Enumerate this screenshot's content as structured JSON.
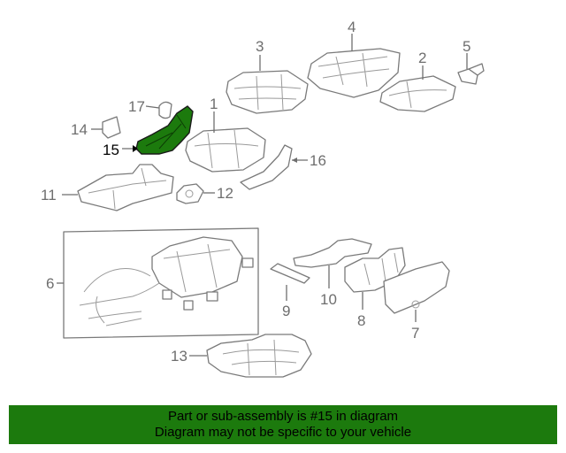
{
  "diagram": {
    "highlight_color": "#1c7a0d",
    "callouts": {
      "c1": "1",
      "c2": "2",
      "c3": "3",
      "c4": "4",
      "c5": "5",
      "c6": "6",
      "c7": "7",
      "c8": "8",
      "c9": "9",
      "c10": "10",
      "c11": "11",
      "c12": "12",
      "c13": "13",
      "c14": "14",
      "c15": "15",
      "c16": "16",
      "c17": "17"
    }
  },
  "banner": {
    "line1": "Part or sub-assembly is #15 in diagram",
    "line2": "Diagram may not be specific to your vehicle"
  }
}
